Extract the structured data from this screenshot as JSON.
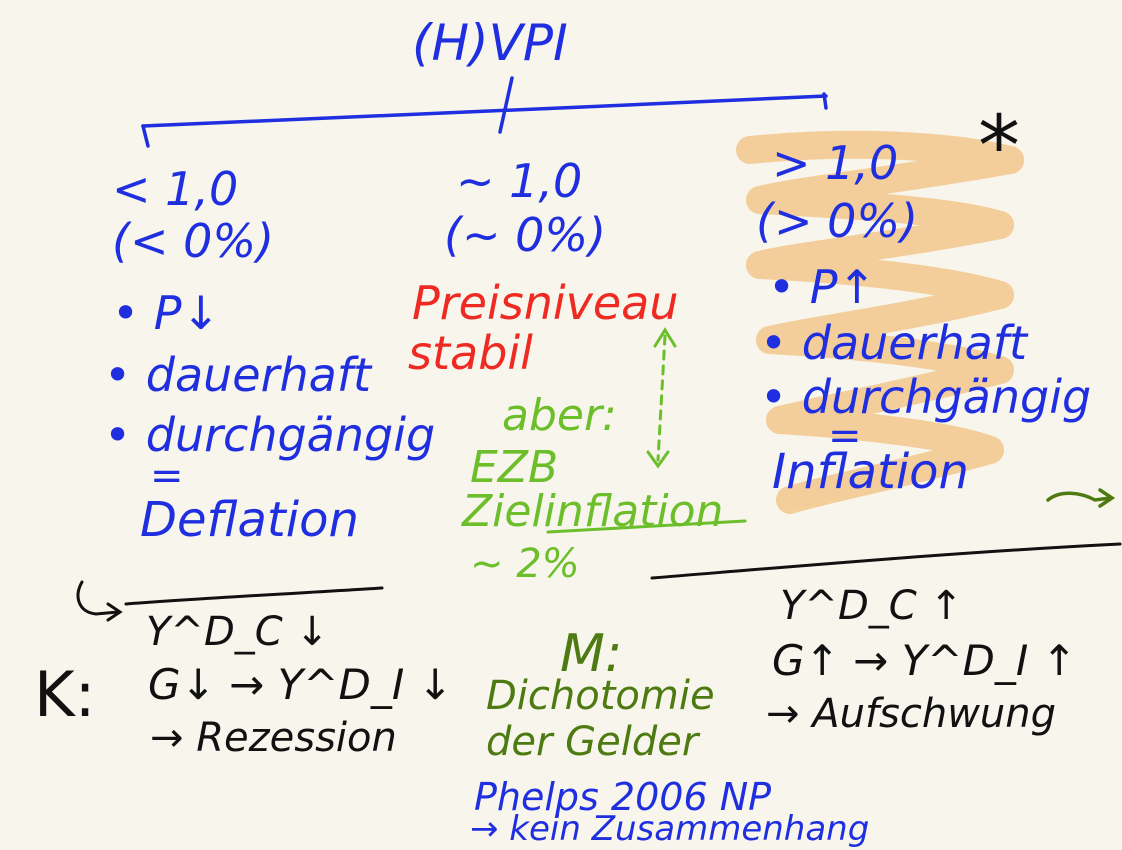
{
  "title": "(H)VPI",
  "columns": {
    "left": {
      "condition": "< 1,0",
      "percent": "(< 0%)",
      "bullets": [
        "P↓",
        "dauerhaft",
        "durchgängig"
      ],
      "equals": "=",
      "result": "Deflation"
    },
    "middle": {
      "condition": "~ 1,0",
      "percent": "(~ 0%)",
      "statement_line1": "Preisniveau",
      "statement_line2": "stabil",
      "but": "aber:",
      "ezb": "EZB",
      "target_label": "Zielinflation",
      "target_value": "~ 2%"
    },
    "right": {
      "condition": "> 1,0",
      "percent": "(> 0%)",
      "bullets": [
        "P↑",
        "dauerhaft",
        "durchgängig"
      ],
      "equals": "=",
      "result": "Inflation"
    }
  },
  "asterisk": "*",
  "keynes": {
    "prefix": "K:",
    "left": {
      "line1": "Y^D_C ↓",
      "line2": "G↓ → Y^D_I ↓",
      "line3": "→ Rezession"
    },
    "right": {
      "line1": "Y^D_C ↑",
      "line2": "G↑ → Y^D_I ↑",
      "line3": "→ Aufschwung"
    }
  },
  "monetarist": {
    "label": "M:",
    "line1": "Dichotomie",
    "line2": "der Gelder"
  },
  "reference": {
    "line1": "Phelps 2006 NP",
    "line2": "→ kein Zusammenhang"
  },
  "colors": {
    "blue": "#1f2fe0",
    "red": "#ee2a22",
    "green": "#6cbf2a",
    "olive": "#4e7a12",
    "highlight": "#f3cc96",
    "black": "#111111"
  }
}
